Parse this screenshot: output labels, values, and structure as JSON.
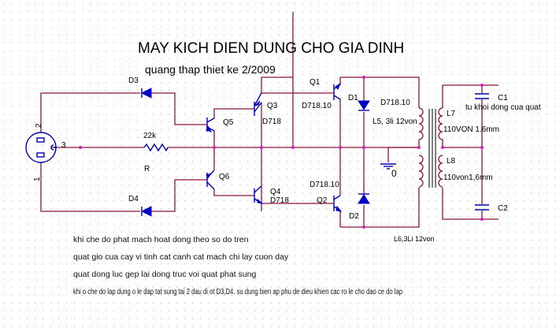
{
  "title": "MAY KICH DIEN DUNG CHO GIA DINH",
  "subtitle": "quang thap thiet ke 2/2009",
  "components": {
    "plug_pin1": "1",
    "plug_pin2": "2",
    "plug_pin3": "3",
    "D3": "D3",
    "D4": "D4",
    "R_value": "22k",
    "R_label": "R",
    "Q5": "Q5",
    "Q6": "Q6",
    "Q3": "Q3",
    "Q3_part": "D718",
    "Q4": "Q4",
    "Q4_part": "D718",
    "Q1": "Q1",
    "Q1_part": "D718.10",
    "Q2": "Q2",
    "Q2_part": "D718.10",
    "D1": "D1",
    "D1_part": "D718.10",
    "D2": "D2",
    "L5": "L5, 3li 12von",
    "L6": "L6,3Li 12von",
    "L7": "L7",
    "L7_spec": "110VON 1.6mm",
    "L8": "L8",
    "L8_spec": "110von1,6mm",
    "C1": "C1",
    "C1_note": "tu khoi dong cua quat",
    "C2": "C2",
    "ground": "0"
  },
  "notes": [
    "khi che do phat mach hoat dong theo so do tren",
    "quat gio cua cay vi tinh cat canh cat mach chi lay cuon day",
    "quat dong luc gep lai dong truc voi quat phat sung",
    "khi o che do lap dung   o le dap tat sung tai 2 dau di ot D3,D4. su dung bien ap phu de dieu khien cac ro le cho dao ce do lap"
  ],
  "colors": {
    "wire": "#8a1538",
    "component": "#0000b0",
    "junction": "#d020c0"
  }
}
